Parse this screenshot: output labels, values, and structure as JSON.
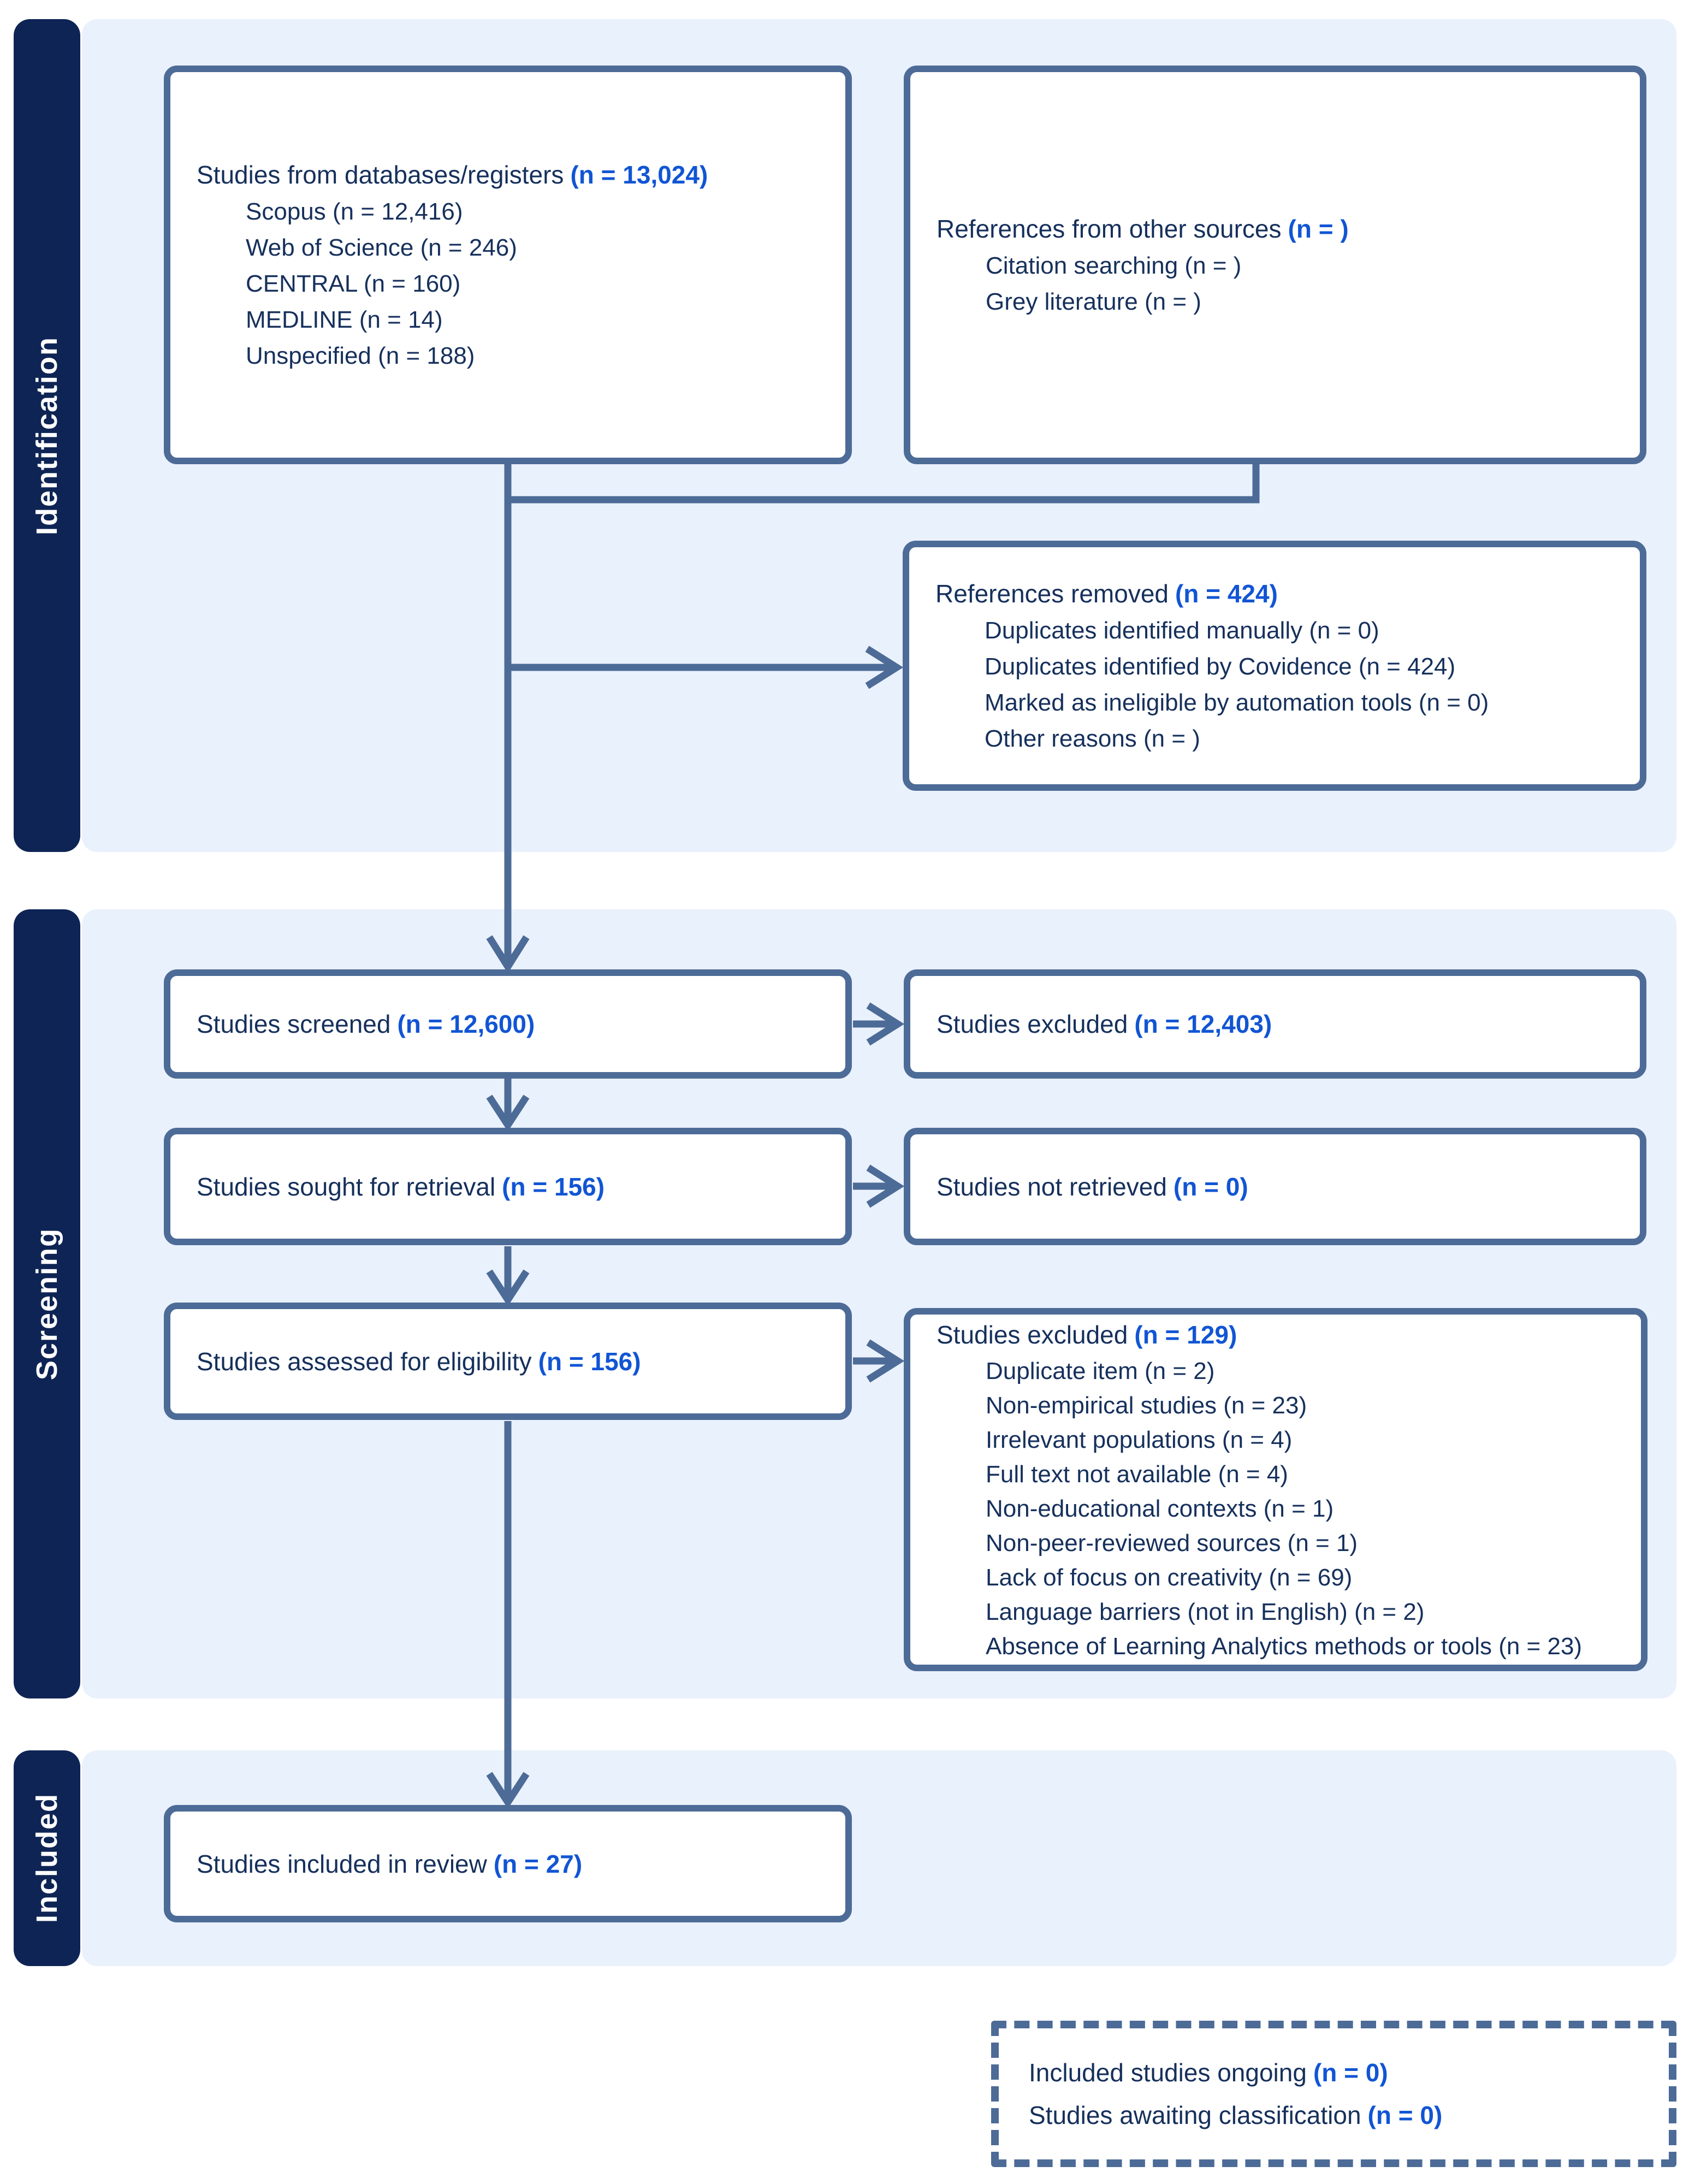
{
  "palette": {
    "stage_tab_bg": "#0e2455",
    "band_bg": "#e9f1fc",
    "box_border": "#4d6b97",
    "text_navy": "#16305c",
    "count_blue": "#1155d4"
  },
  "sidebar": {
    "identification": "Identification",
    "screening": "Screening",
    "included": "Included"
  },
  "boxes": {
    "databases": {
      "title": "Studies from databases/registers",
      "count": "(n = 13,024)",
      "items": [
        "Scopus (n = 12,416)",
        "Web of Science (n = 246)",
        "CENTRAL (n = 160)",
        "MEDLINE (n = 14)",
        "Unspecified (n = 188)"
      ]
    },
    "other_sources": {
      "title": "References from other sources",
      "count": "(n = )",
      "items": [
        "Citation searching (n = )",
        "Grey literature (n = )"
      ]
    },
    "references_removed": {
      "title": "References removed",
      "count": "(n = 424)",
      "items": [
        "Duplicates identified manually (n = 0)",
        "Duplicates identified by Covidence (n = 424)",
        "Marked as ineligible by automation tools (n = 0)",
        "Other reasons (n = )"
      ]
    },
    "screened": {
      "title": "Studies screened",
      "count": "(n = 12,600)"
    },
    "excluded_screening": {
      "title": "Studies excluded",
      "count": "(n = 12,403)"
    },
    "sought": {
      "title": "Studies sought for retrieval",
      "count": "(n = 156)"
    },
    "not_retrieved": {
      "title": "Studies not retrieved",
      "count": "(n = 0)"
    },
    "assessed": {
      "title": "Studies assessed for eligibility",
      "count": "(n = 156)"
    },
    "excluded_eligibility": {
      "title": "Studies excluded",
      "count": "(n = 129)",
      "items": [
        "Duplicate item (n = 2)",
        "Non-empirical studies (n = 23)",
        "Irrelevant populations (n = 4)",
        "Full text not available (n = 4)",
        "Non-educational contexts (n = 1)",
        "Non-peer-reviewed sources (n = 1)",
        "Lack of focus on creativity (n = 69)",
        "Language barriers (not in English) (n = 2)",
        "Absence of Learning Analytics methods or tools (n = 23)"
      ]
    },
    "included_review": {
      "title": "Studies included in review",
      "count": "(n = 27)"
    },
    "ongoing": {
      "line1": {
        "text": "Included studies ongoing",
        "count": "(n = 0)"
      },
      "line2": {
        "text": "Studies awaiting classification",
        "count": "(n = 0)"
      }
    }
  }
}
